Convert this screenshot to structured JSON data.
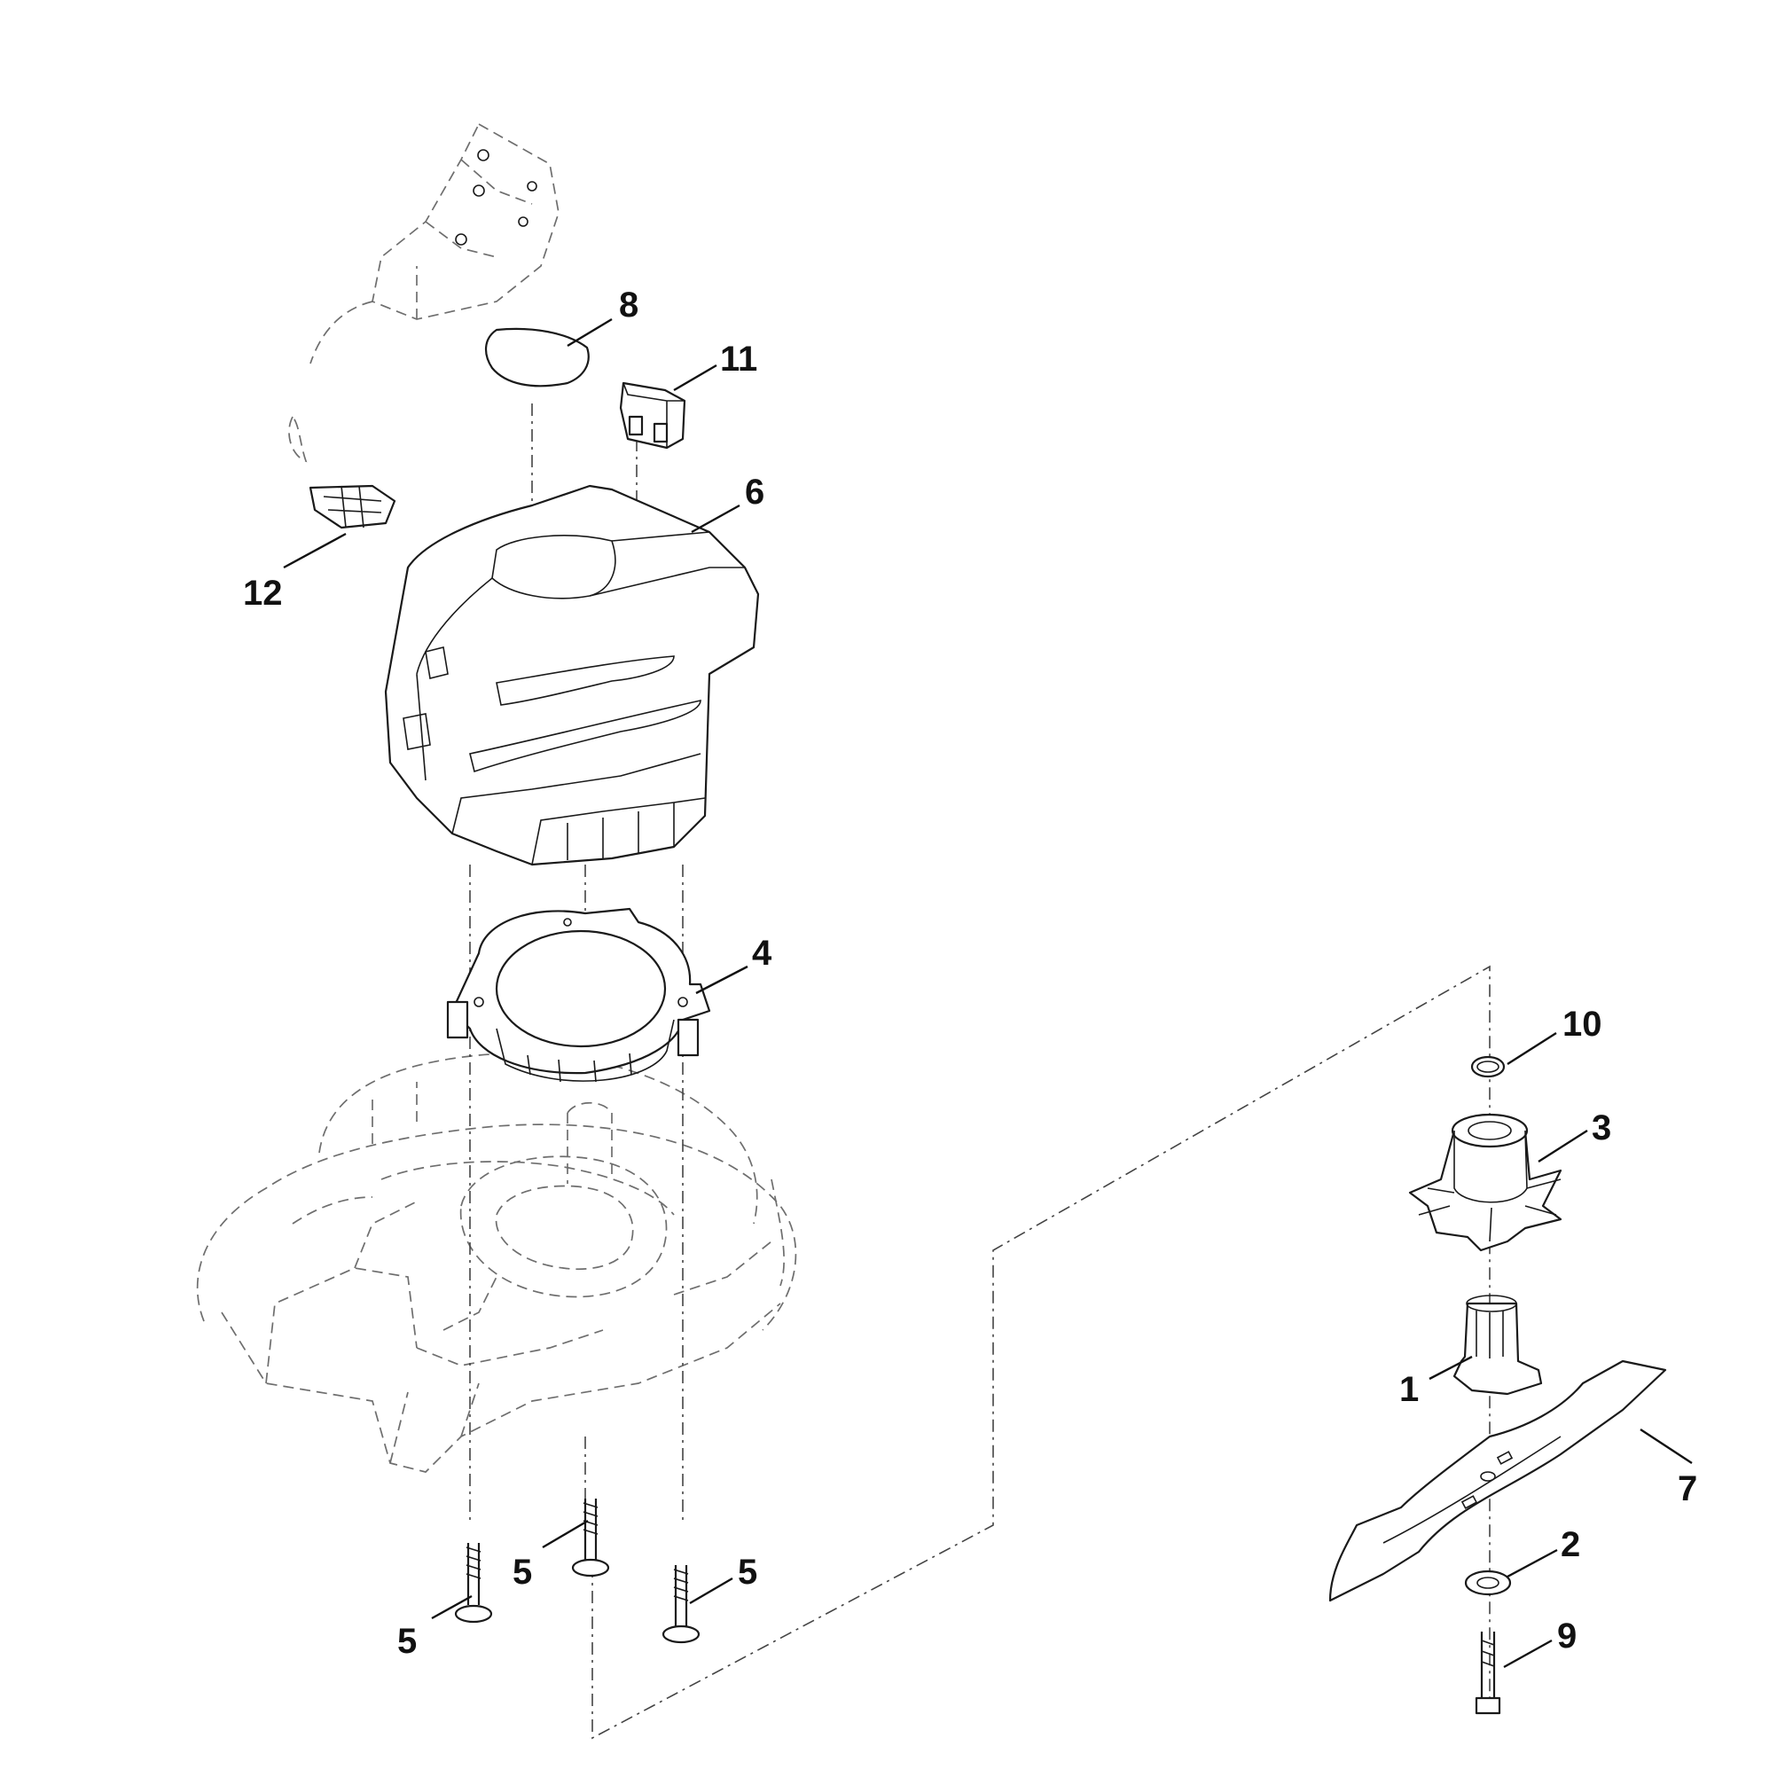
{
  "diagram": {
    "callouts": [
      {
        "id": "1",
        "label": "1"
      },
      {
        "id": "2",
        "label": "2"
      },
      {
        "id": "3",
        "label": "3"
      },
      {
        "id": "4",
        "label": "4"
      },
      {
        "id": "5a",
        "label": "5"
      },
      {
        "id": "5b",
        "label": "5"
      },
      {
        "id": "5c",
        "label": "5"
      },
      {
        "id": "6",
        "label": "6"
      },
      {
        "id": "7",
        "label": "7"
      },
      {
        "id": "8",
        "label": "8"
      },
      {
        "id": "9",
        "label": "9"
      },
      {
        "id": "10",
        "label": "10"
      },
      {
        "id": "11",
        "label": "11"
      },
      {
        "id": "12",
        "label": "12"
      }
    ]
  },
  "colors": {
    "line": "#1a1a1a",
    "ghost": "#6e6e6e",
    "background": "#ffffff"
  }
}
